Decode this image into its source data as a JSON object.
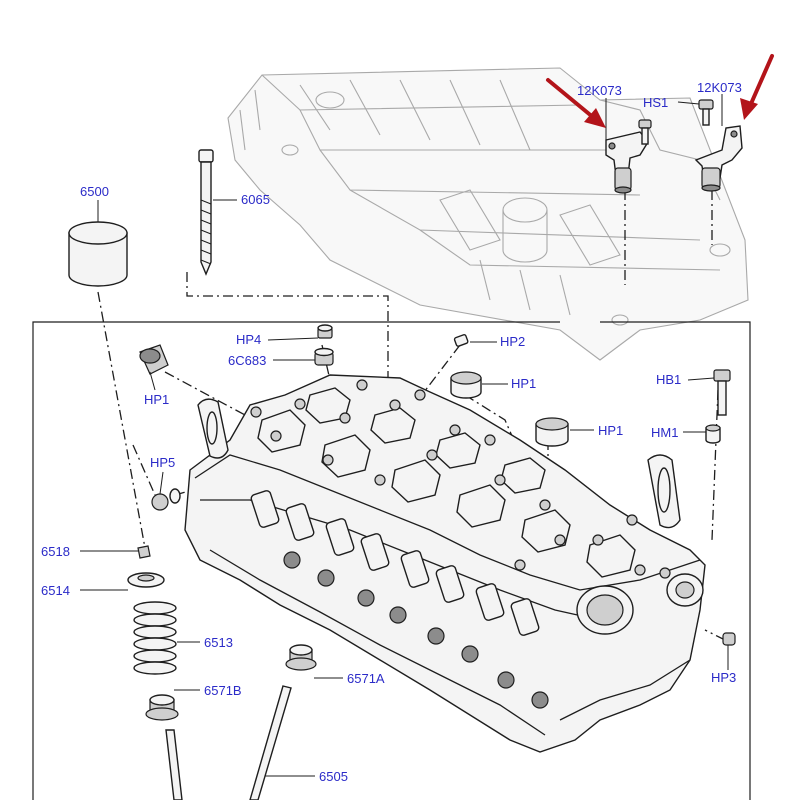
{
  "colors": {
    "callout_text": "#2b2bc8",
    "highlight_arrow": "#b3141a",
    "line_art": "#1e1e1e",
    "background_part": "#a9a9a9"
  },
  "callouts": {
    "c_12k073_left": "12K073",
    "c_12k073_right": "12K073",
    "c_hs1": "HS1",
    "c_6500": "6500",
    "c_6065": "6065",
    "c_hp4": "HP4",
    "c_6c683": "6C683",
    "c_hp2": "HP2",
    "c_hp1_left": "HP1",
    "c_hp1_mid": "HP1",
    "c_hp1_right": "HP1",
    "c_hb1": "HB1",
    "c_hm1": "HM1",
    "c_hp5": "HP5",
    "c_6518": "6518",
    "c_6514": "6514",
    "c_6513": "6513",
    "c_6571b": "6571B",
    "c_6571a": "6571A",
    "c_6505": "6505",
    "c_hp3": "HP3"
  }
}
